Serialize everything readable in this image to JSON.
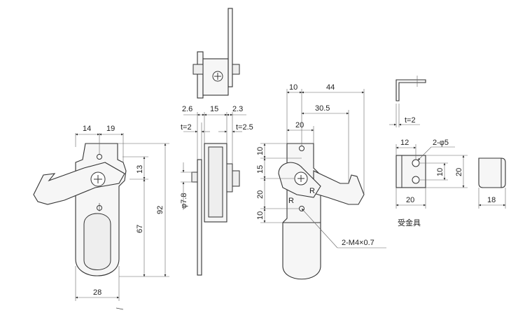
{
  "colors": {
    "line": "#333333",
    "fill": "#f6f6f6",
    "background": "#ffffff"
  },
  "front_view": {
    "dims": {
      "top_a": "14",
      "top_b": "19",
      "hole_gap": "13",
      "height_total": "92",
      "height_lower": "67",
      "width_bottom": "28"
    }
  },
  "side_view": {
    "dims": {
      "top_a": "2.6",
      "top_b": "15",
      "top_c": "2.3",
      "thick_left": "t=2",
      "thick_right": "t=2.5",
      "diameter": "φ7.8"
    }
  },
  "right_view": {
    "dims": {
      "top_width": "10",
      "top_reach": "44",
      "mid_reach": "30.5",
      "bottom_width": "20",
      "v1": "10",
      "v2": "15",
      "v3": "20",
      "v4": "10"
    },
    "marks": {
      "r1": "R",
      "r2": "R"
    },
    "callout": "2-M4×0.7"
  },
  "keeper": {
    "caption": "受金具",
    "dims": {
      "thickness": "t=2",
      "hole_offset": "12",
      "holes": "2-φ5",
      "hole_pitch": "10",
      "height": "20",
      "width": "20",
      "depth": "18"
    }
  }
}
